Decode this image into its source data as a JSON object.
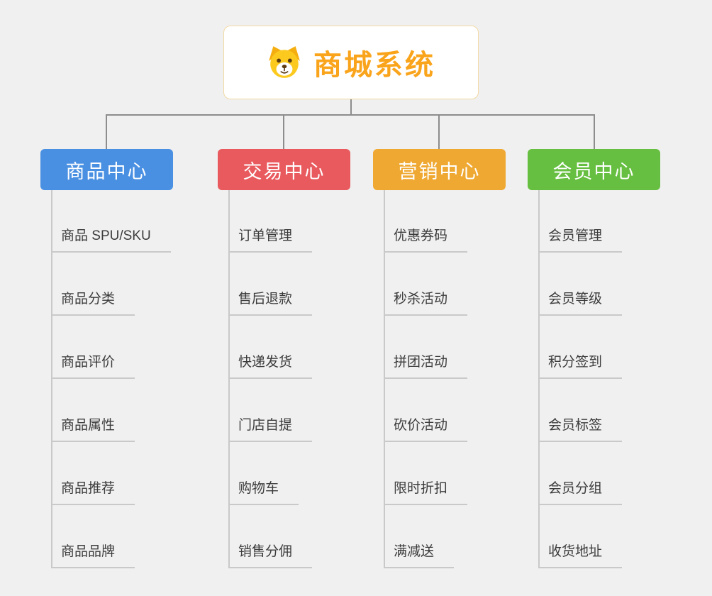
{
  "root": {
    "title": "商城系统",
    "icon": "dog-icon"
  },
  "colors": {
    "root_title": "#f9a41b",
    "branch_product": "#4a90e2",
    "branch_trade": "#e95a5e",
    "branch_marketing": "#efa933",
    "branch_member": "#66bf40",
    "connector": "#8d8d8d",
    "child_connector": "#c9c9c9"
  },
  "branches": [
    {
      "label": "商品中心",
      "color": "#4a90e2",
      "children": [
        "商品 SPU/SKU",
        "商品分类",
        "商品评价",
        "商品属性",
        "商品推荐",
        "商品品牌"
      ]
    },
    {
      "label": "交易中心",
      "color": "#e95a5e",
      "children": [
        "订单管理",
        "售后退款",
        "快递发货",
        "门店自提",
        "购物车",
        "销售分佣"
      ]
    },
    {
      "label": "营销中心",
      "color": "#efa933",
      "children": [
        "优惠券码",
        "秒杀活动",
        "拼团活动",
        "砍价活动",
        "限时折扣",
        "满减送"
      ]
    },
    {
      "label": "会员中心",
      "color": "#66bf40",
      "children": [
        "会员管理",
        "会员等级",
        "积分签到",
        "会员标签",
        "会员分组",
        "收货地址"
      ]
    }
  ]
}
